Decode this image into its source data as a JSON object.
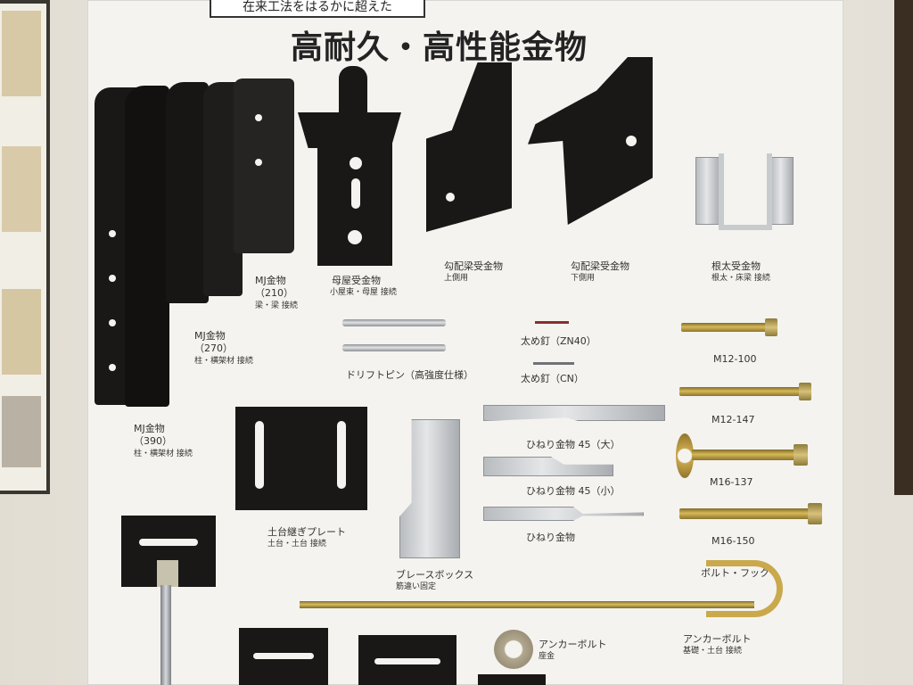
{
  "sign": {
    "top_strip": "在来工法をはるかに超えた",
    "title": "高耐久・高性能金物"
  },
  "products": [
    {
      "name": "MJ金物",
      "size": "（210）",
      "use": "梁・梁 接続"
    },
    {
      "name": "MJ金物",
      "size": "（270）",
      "use": "柱・横架材 接続"
    },
    {
      "name": "MJ金物",
      "size": "（390）",
      "use": "柱・横架材 接続"
    },
    {
      "name": "母屋受金物",
      "use": "小屋束・母屋 接続"
    },
    {
      "name": "勾配梁受金物",
      "use": "上側用"
    },
    {
      "name": "勾配梁受金物",
      "use": "下側用"
    },
    {
      "name": "根太受金物",
      "use": "根太・床梁 接続"
    },
    {
      "name": "ドリフトピン（高強度仕様）"
    },
    {
      "name": "太め釘（ZN40）"
    },
    {
      "name": "太め釘（CN）"
    },
    {
      "name": "M12-100"
    },
    {
      "name": "M12-147"
    },
    {
      "name": "M16-137"
    },
    {
      "name": "M16-150"
    },
    {
      "name": "土台継ぎプレート",
      "use": "土台・土台 接続"
    },
    {
      "name": "ブレースボックス",
      "use": "筋違い固定"
    },
    {
      "name": "ひねり金物 45（大）"
    },
    {
      "name": "ひねり金物 45（小）"
    },
    {
      "name": "ひねり金物"
    },
    {
      "name": "ボルト・フック"
    },
    {
      "name": "アンカーボルト",
      "use": "基礎・土台 接続"
    },
    {
      "name": "アンカーボルト",
      "use": "座金"
    }
  ]
}
